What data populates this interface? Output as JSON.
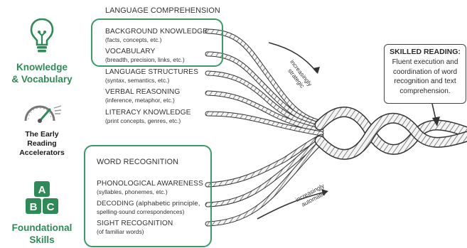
{
  "sidebar": {
    "knowledge": {
      "title_line1": "Knowledge",
      "title_line2": "& Vocabulary",
      "icon": "lightbulb-icon"
    },
    "accelerators": {
      "line1": "The Early",
      "line2": "Reading",
      "line3": "Accelerators",
      "icon": "speedometer-icon"
    },
    "foundational": {
      "title_line1": "Foundational",
      "title_line2": "Skills",
      "icon": "abc-blocks-icon",
      "blocks": [
        "A",
        "B",
        "C"
      ]
    }
  },
  "language": {
    "header": "LANGUAGE COMPREHENSION",
    "items": [
      {
        "title": "BACKGROUND KNOWLEDGE",
        "sub": "(facts, concepts, etc.)"
      },
      {
        "title": "VOCABULARY",
        "sub": "(breadth, precision, links, etc.)"
      },
      {
        "title": "LANGUAGE STRUCTURES",
        "sub": "(syntax, semantics, etc.)"
      },
      {
        "title": "VERBAL REASONING",
        "sub": "(inference, metaphor, etc.)"
      },
      {
        "title": "LITERACY KNOWLEDGE",
        "sub": "(print concepts, genres, etc.)"
      }
    ]
  },
  "word": {
    "header": "WORD RECOGNITION",
    "items": [
      {
        "title": "PHONOLOGICAL AWARENESS",
        "sub": "(syllables, phonemes, etc.)"
      },
      {
        "title": "DECODING (alphabetic principle,",
        "sub": "spelling-sound correspondences)"
      },
      {
        "title": "SIGHT RECOGNITION",
        "sub": "(of familiar words)"
      }
    ]
  },
  "arrows": {
    "strategic": {
      "line1": "increasingly",
      "line2": "strategic"
    },
    "automatic": {
      "line1": "increasingly",
      "line2": "automatic"
    }
  },
  "skilled": {
    "title": "SKILLED READING:",
    "lines": [
      "Fluent execution and",
      "coordination of word",
      "recognition and text",
      "comprehension."
    ]
  },
  "colors": {
    "accent": "#3a9b67",
    "ink": "#2a2a2a"
  }
}
